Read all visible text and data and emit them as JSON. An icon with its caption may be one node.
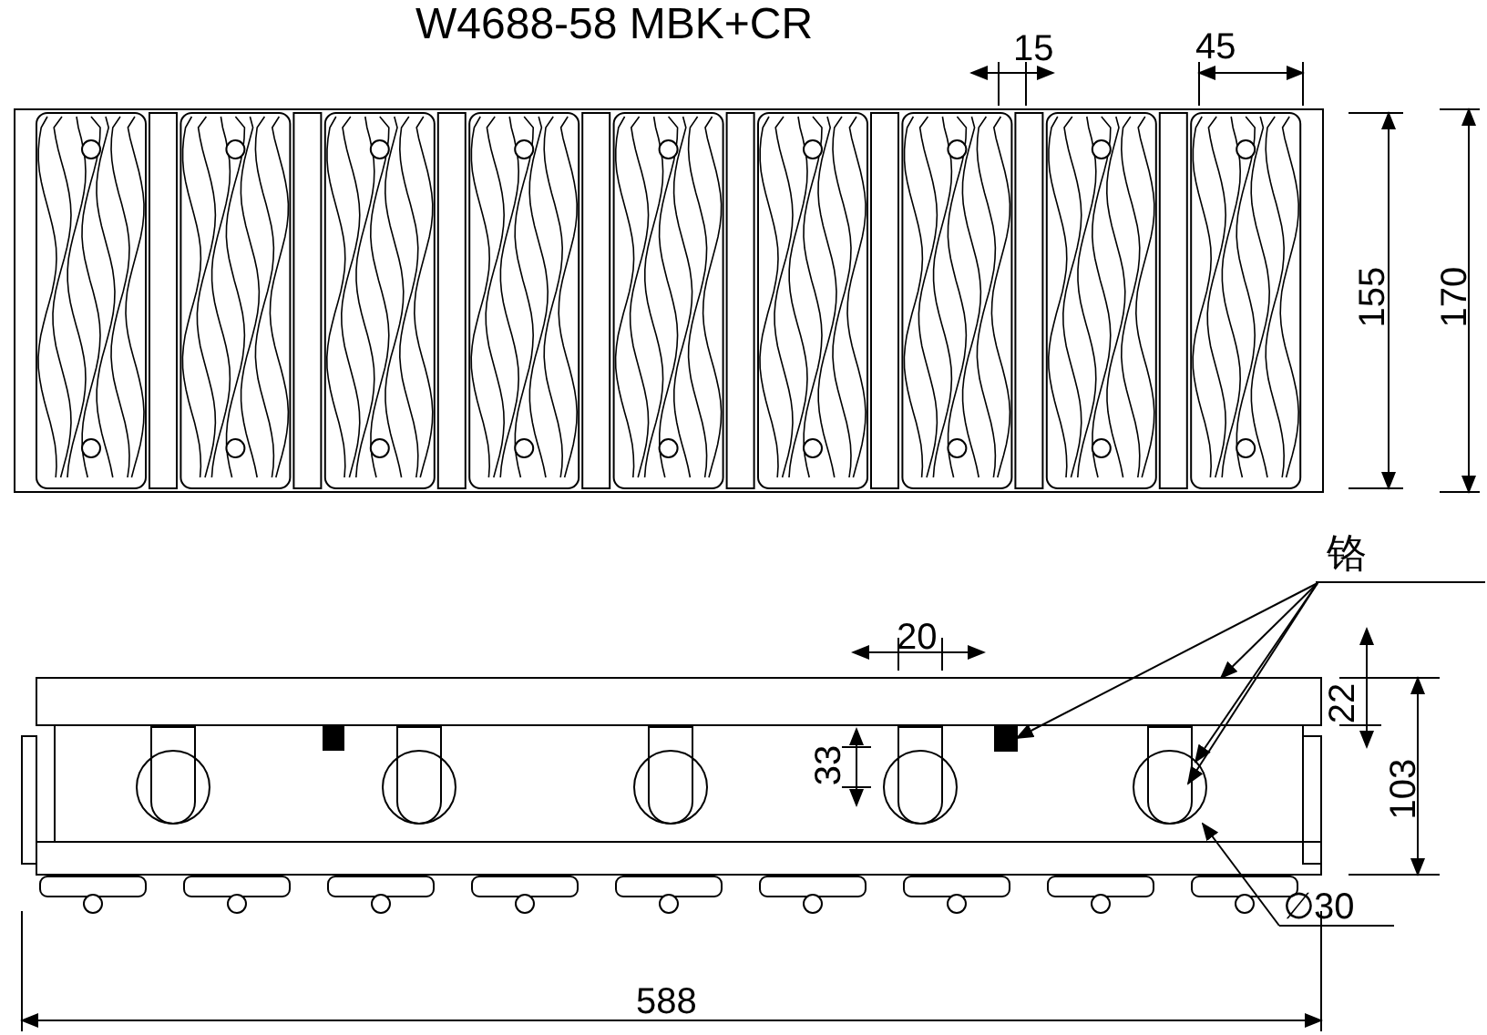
{
  "diagram": {
    "title": "W4688-58 MBK+CR",
    "nodes": [
      {
        "text": [
          "铬"
        ]
      },
      {
        "text": [],
        "shape": "bar"
      },
      {
        "text": [],
        "shape": "box"
      },
      {
        "text": [],
        "shape": "circle"
      }
    ],
    "edges": [
      {
        "from": 0,
        "to": 2,
        "arrow": "to"
      },
      {
        "from": 0,
        "to": 1,
        "arrow": "to"
      },
      {
        "from": 0,
        "to": 3,
        "arrow": "to"
      },
      {
        "from": 0,
        "to": 3,
        "arrow": "to"
      }
    ],
    "labels": [
      "15",
      "45",
      "155",
      "170",
      "20",
      "22",
      "103",
      "33",
      "∅30",
      "588"
    ]
  }
}
